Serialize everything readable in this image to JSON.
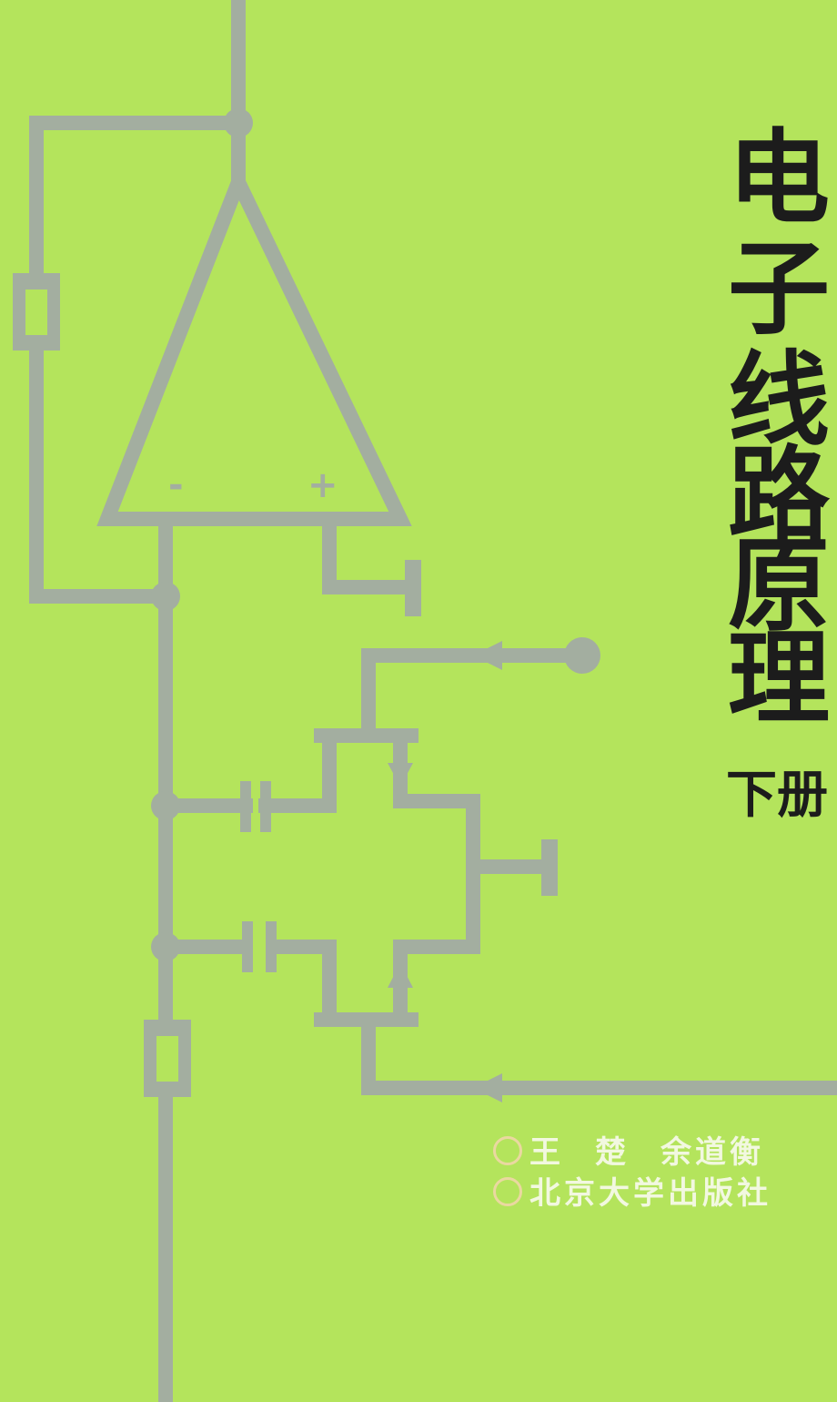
{
  "book": {
    "title_chars": [
      "电",
      "子",
      "线",
      "路",
      "原",
      "理"
    ],
    "volume": "下册",
    "authors": [
      "王",
      "楚",
      "余道衡"
    ],
    "publisher": "北京大学出版社"
  },
  "colors": {
    "background": "#b4e45c",
    "circuit_line": "#a3aea0",
    "title_text": "#1c1c1c",
    "credit_text": "#f2f8e0"
  },
  "circuit": {
    "op_amp_inverting_sign": "-",
    "op_amp_noninverting_sign": "+"
  }
}
